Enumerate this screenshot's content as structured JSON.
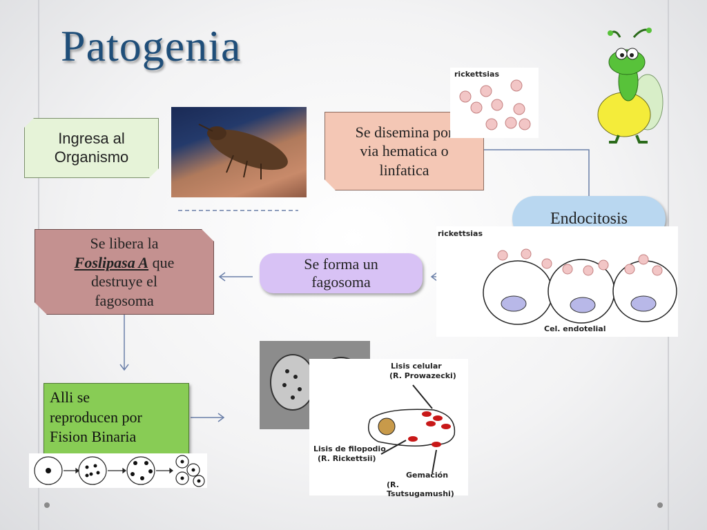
{
  "title": "Patogenia",
  "steps": {
    "ingresa": "Ingresa al\nOrganismo",
    "disemina": "Se disemina por\nvia hematica o\nlinfatica",
    "endocitosis": "Endocitosis",
    "libera_pre": "Se libera la",
    "libera_em": "Foslipasa A",
    "libera_post_1": " que",
    "libera_post_2": "destruye el\nfagosoma",
    "fagosoma": "Se forma un\nfagosoma",
    "alli": "Alli se\nreproducen por\nFision Binaria"
  },
  "figure_labels": {
    "rickettsias_top": "rickettsias",
    "rickettsias_mid": "rickettsias",
    "cel_endotelial": "Cel. endotelial",
    "lisis_celular": "Lisis celular",
    "lisis_celular_sp": "(R. Prowazecki)",
    "lisis_filopodio": "Lisis de filopodio",
    "lisis_filopodio_sp": "(R. Rickettsii)",
    "gemacion": "Gemación",
    "gemacion_sp": "(R. Tsutsugamushi)"
  },
  "colors": {
    "title": "#1f4e79",
    "ingresa_bg": "#e6f3d8",
    "disemina_bg": "#f4c7b5",
    "endocitosis_bg": "#b9d7f0",
    "libera_bg": "#c49190",
    "fagosoma_bg": "#d8c2f5",
    "alli_bg": "#88cc55"
  },
  "icons": [
    "louse-photo",
    "bug-cartoon",
    "rickettsia-cluster-diagram",
    "endothelial-cell-diagram",
    "micrograph-photo",
    "cell-lysis-diagram",
    "binary-fission-diagram"
  ]
}
